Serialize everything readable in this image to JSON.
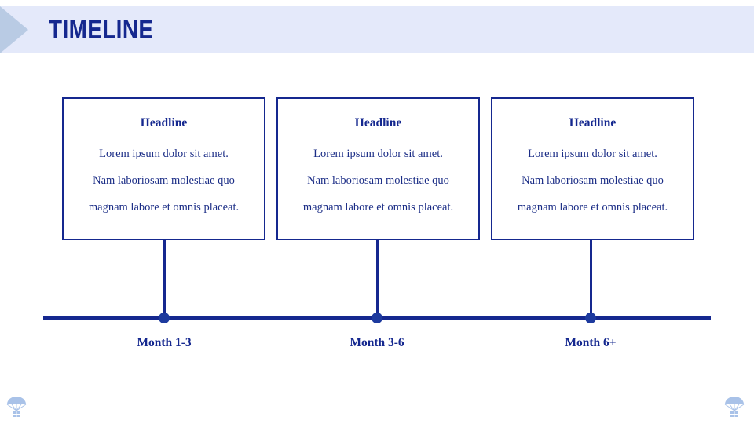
{
  "header": {
    "title": "TIMELINE",
    "band_color": "#e4e9fa",
    "arrow_color": "#b9cbe4",
    "title_color": "#15288f"
  },
  "theme": {
    "navy": "#15288f",
    "node_color": "#1d3a9e",
    "decor_color": "#a9c2e8",
    "background": "#ffffff"
  },
  "cards": [
    {
      "headline": "Headline",
      "line1": "Lorem ipsum dolor sit amet.",
      "line2": "Nam laboriosam molestiae quo",
      "line3": "magnam labore et omnis placeat."
    },
    {
      "headline": "Headline",
      "line1": "Lorem ipsum dolor sit amet.",
      "line2": "Nam laboriosam molestiae quo",
      "line3": "magnam labore et omnis placeat."
    },
    {
      "headline": "Headline",
      "line1": "Lorem ipsum dolor sit amet.",
      "line2": "Nam laboriosam molestiae quo",
      "line3": "magnam labore et omnis placeat."
    }
  ],
  "milestones": [
    {
      "label": "Month 1-3"
    },
    {
      "label": "Month 3-6"
    },
    {
      "label": "Month 6+"
    }
  ],
  "decorations": [
    {
      "icon": "parachute-icon",
      "position": "bottom-left"
    },
    {
      "icon": "parachute-icon",
      "position": "bottom-right"
    }
  ]
}
